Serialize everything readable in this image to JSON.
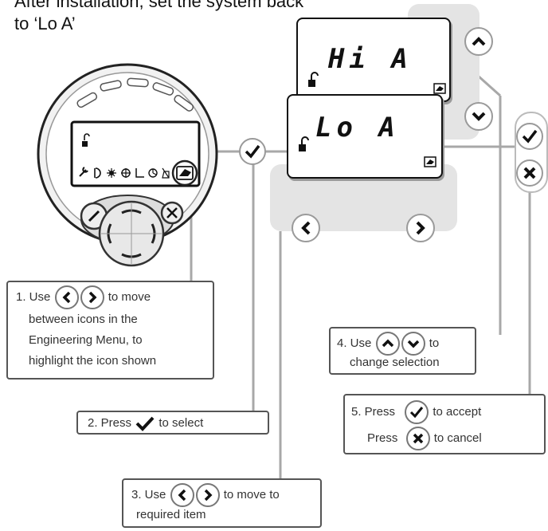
{
  "title": {
    "line1": "After installation, set the system back",
    "line2": "to ‘Lo A’"
  },
  "displays": {
    "hi": "Hi  A",
    "lo": "Lo  A"
  },
  "steps": {
    "step1": {
      "prefix": "1. Use",
      "suffix": "to move",
      "lines": [
        "between icons in the",
        "Engineering Menu, to",
        "highlight the icon shown"
      ]
    },
    "step2": {
      "prefix": "2. Press",
      "suffix": "to select"
    },
    "step3": {
      "prefix": "3. Use",
      "suffix": "to move to",
      "line2": "required item"
    },
    "step4": {
      "prefix": "4. Use",
      "suffix": "to",
      "line2": "change selection"
    },
    "step5": {
      "line1_prefix": "5. Press",
      "line1_suffix": "to accept",
      "line2_prefix": "Press",
      "line2_suffix": "to cancel"
    }
  },
  "icons": {
    "left": "chevron-left-icon",
    "right": "chevron-right-icon",
    "up": "chevron-up-icon",
    "down": "chevron-down-icon",
    "accept": "checkmark-icon",
    "cancel": "cross-icon",
    "menu": "engineering-menu-icon"
  },
  "colors": {
    "panel": "#e4e4e4",
    "connector": "#a8a8a8",
    "box_border": "#555555"
  }
}
